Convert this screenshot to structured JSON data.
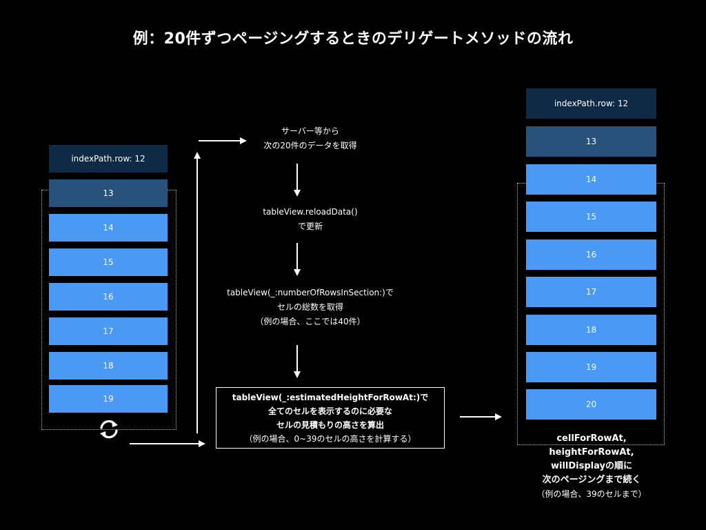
{
  "title": "例：20件ずつページングするときのデリゲートメソッドの流れ",
  "left_list": {
    "header": "indexPath.row: 12",
    "rows": [
      "13",
      "14",
      "15",
      "16",
      "17",
      "18",
      "19"
    ]
  },
  "right_list": {
    "header": "indexPath.row: 12",
    "rows": [
      "13",
      "14",
      "15",
      "16",
      "17",
      "18",
      "19",
      "20"
    ]
  },
  "steps": {
    "fetch": [
      "サーバー等から",
      "次の20件のデータを取得"
    ],
    "reload": [
      "tableView.reloadData()",
      "で更新"
    ],
    "count": [
      "tableView(_:numberOfRowsInSection:)で",
      "セルの総数を取得",
      "（例の場合、ここでは40件）"
    ],
    "estimate": [
      "tableView(_:estimatedHeightForRowAt:)で",
      "全てのセルを表示するのに必要な",
      "セルの見積もりの高さを算出",
      "（例の場合、0~39のセルの高さを計算する）"
    ]
  },
  "result_note": [
    "cellForRowAt,",
    "heightForRowAt,",
    "willDisplayの順に",
    "次のページングまで続く",
    "（例の場合、39のセルまで）"
  ],
  "icons": {
    "refresh": "refresh-icon",
    "arrow": "arrow-icon"
  },
  "colors": {
    "background": "#000000",
    "cell_header": "#0e2a44",
    "cell_faded": "#26527c",
    "cell_active": "#4a9af5",
    "line": "#ffffff"
  }
}
